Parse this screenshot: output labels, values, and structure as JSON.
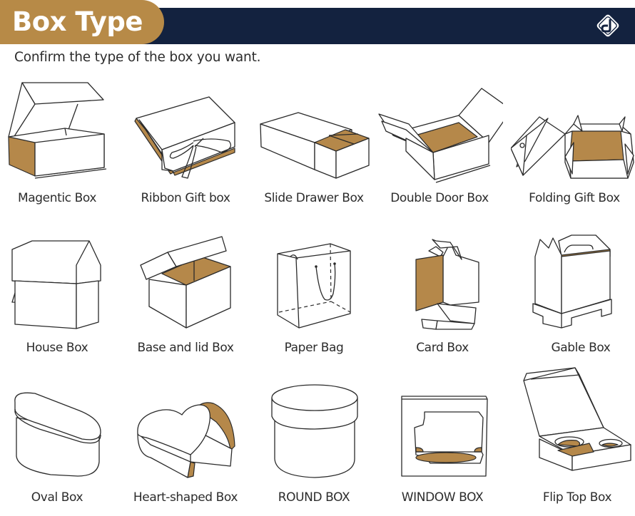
{
  "header": {
    "title": "Box Type",
    "subtitle": "Confirm the type of the box you want.",
    "logo_icon": "diamond-d-logo-icon",
    "colors": {
      "accent_gold": "#b78a47",
      "navy": "#13223f",
      "kraft": "#b5884a"
    }
  },
  "boxes": [
    {
      "label": "Magentic Box",
      "icon": "magnetic-box-icon"
    },
    {
      "label": "Ribbon Gift box",
      "icon": "ribbon-gift-box-icon"
    },
    {
      "label": "Slide Drawer Box",
      "icon": "slide-drawer-box-icon"
    },
    {
      "label": "Double Door Box",
      "icon": "double-door-box-icon"
    },
    {
      "label": "Folding Gift Box",
      "icon": "folding-gift-box-icon"
    },
    {
      "label": "House Box",
      "icon": "house-box-icon"
    },
    {
      "label": "Base and lid Box",
      "icon": "base-and-lid-box-icon"
    },
    {
      "label": "Paper Bag",
      "icon": "paper-bag-icon"
    },
    {
      "label": "Card Box",
      "icon": "card-box-icon"
    },
    {
      "label": "Gable Box",
      "icon": "gable-box-icon"
    },
    {
      "label": "Oval Box",
      "icon": "oval-box-icon"
    },
    {
      "label": "Heart-shaped Box",
      "icon": "heart-shaped-box-icon"
    },
    {
      "label": "ROUND BOX",
      "icon": "round-box-icon"
    },
    {
      "label": "WINDOW BOX",
      "icon": "window-box-icon"
    },
    {
      "label": "Flip Top Box",
      "icon": "flip-top-box-icon"
    }
  ]
}
